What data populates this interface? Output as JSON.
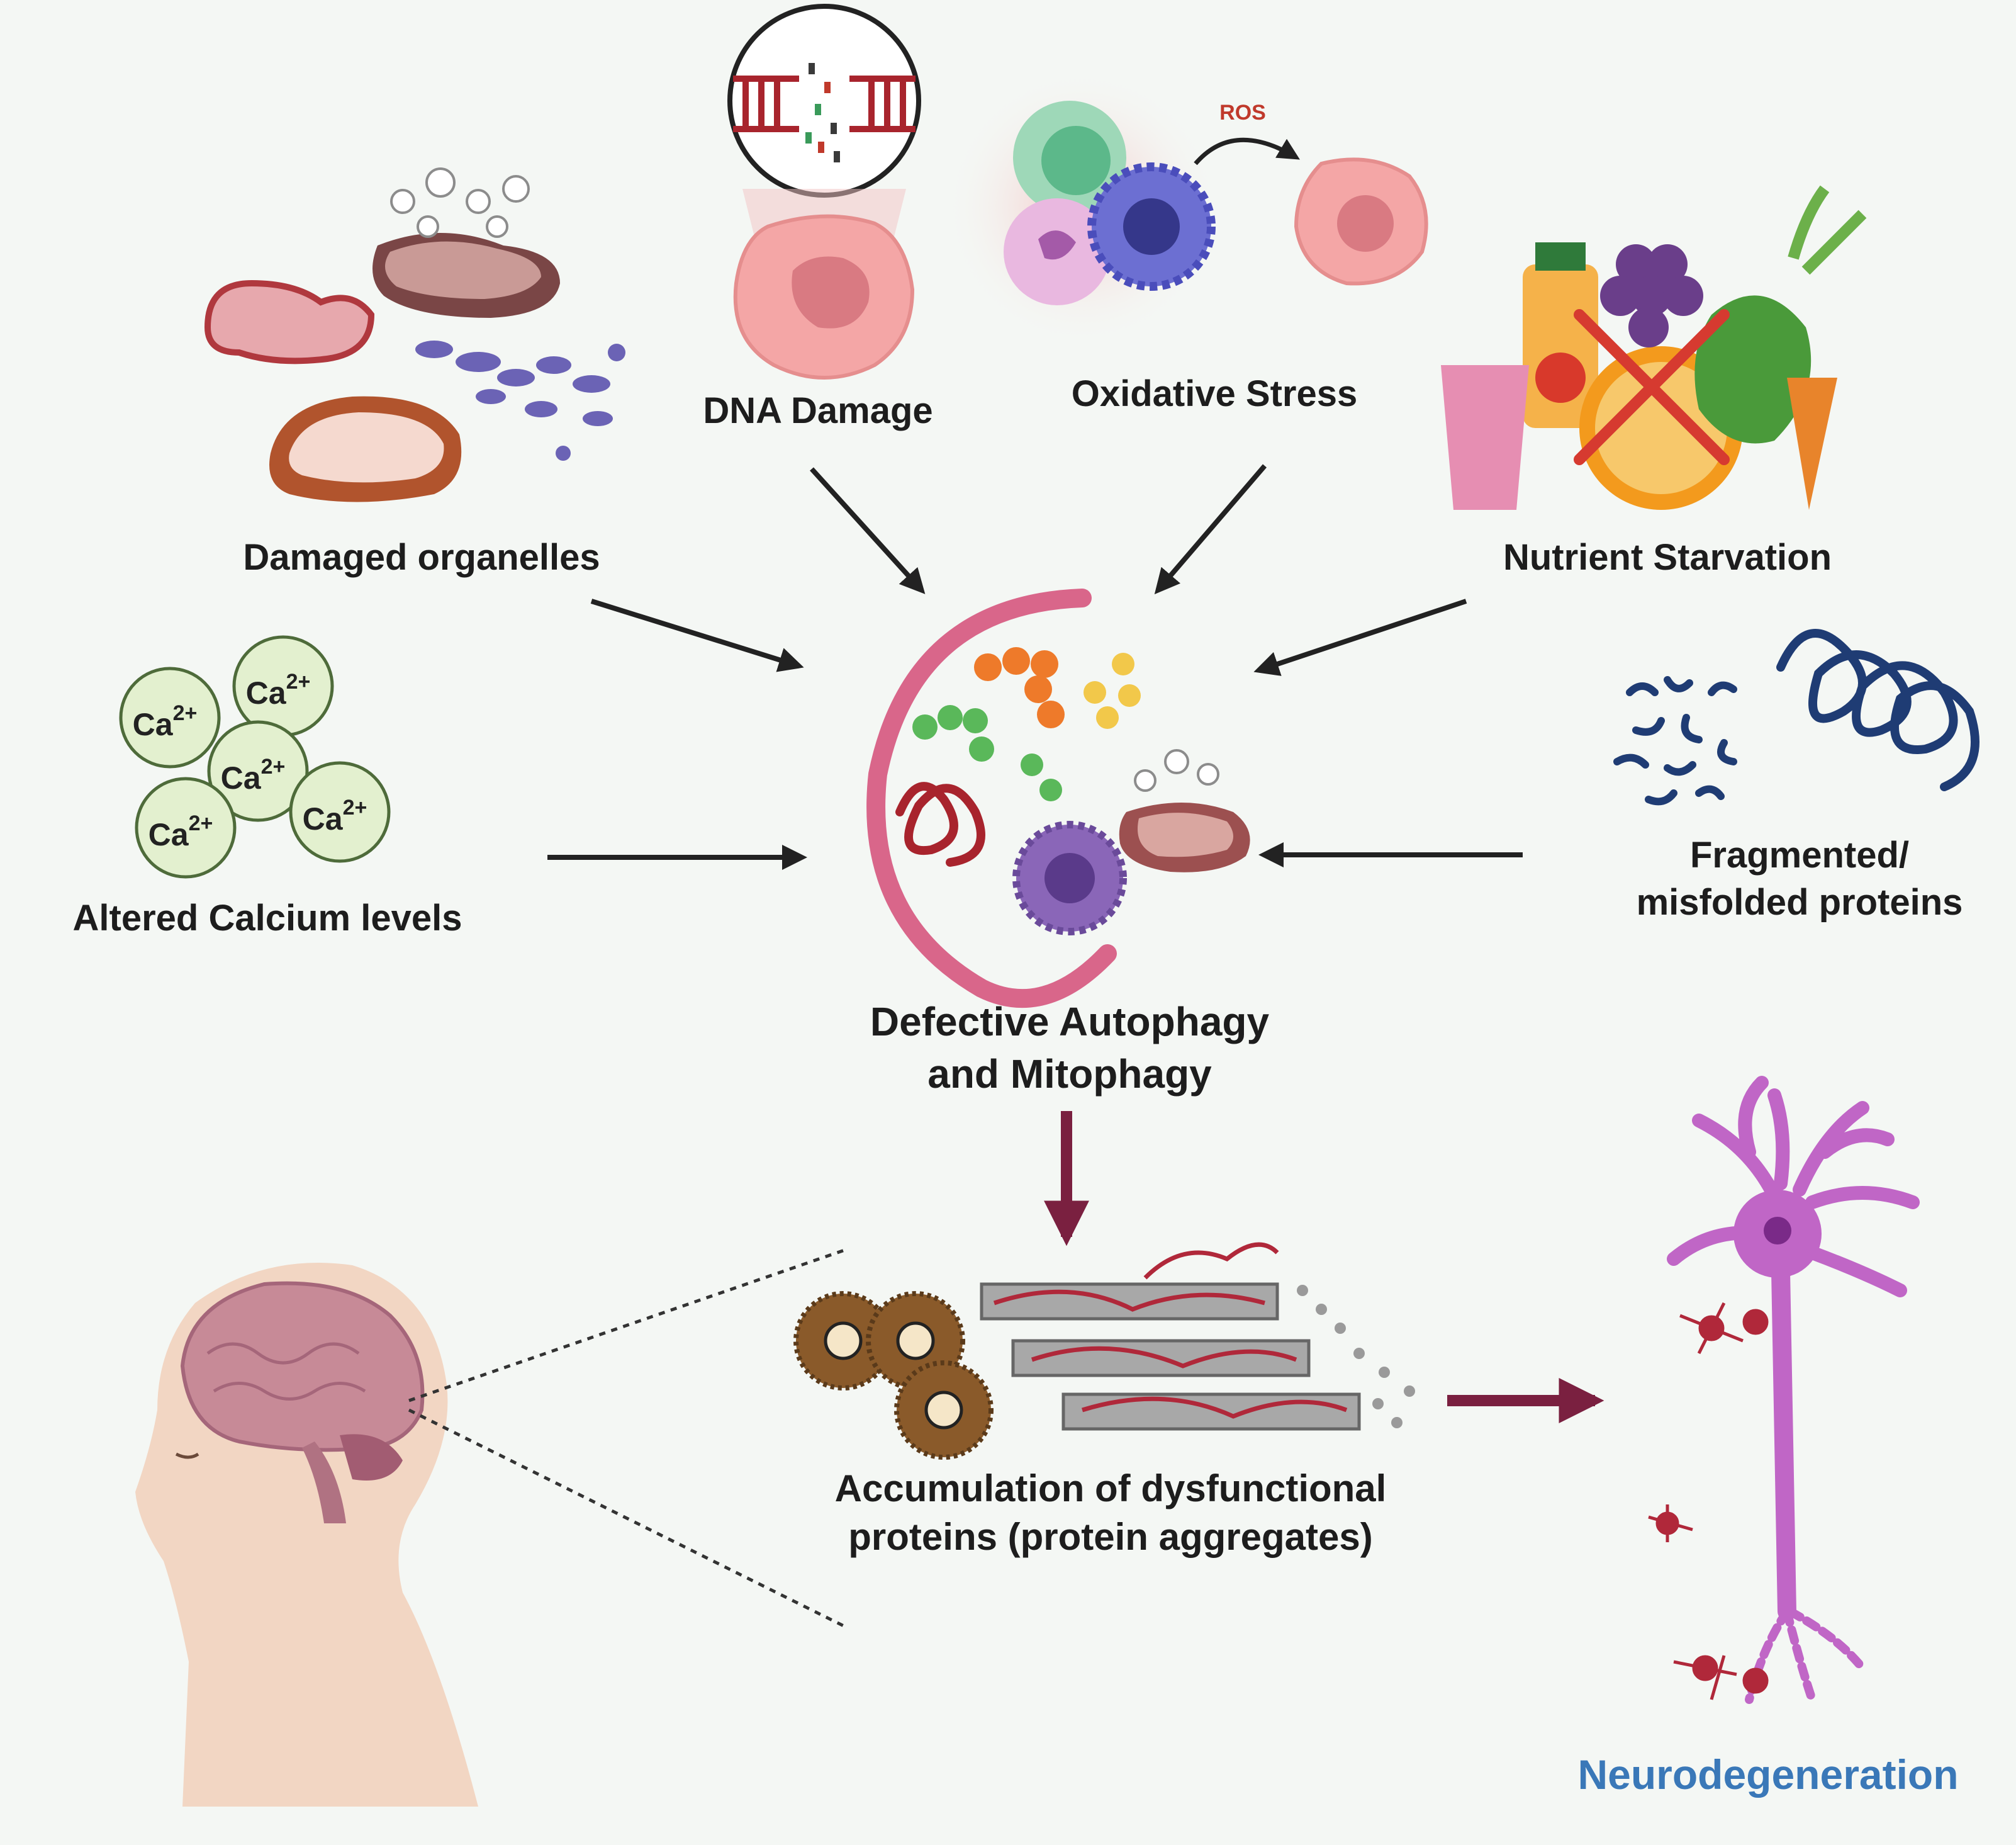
{
  "labels": {
    "dna_damage": "DNA Damage",
    "oxidative_stress": "Oxidative Stress",
    "ros": "ROS",
    "damaged_organelles": "Damaged organelles",
    "nutrient_starvation": "Nutrient Starvation",
    "altered_calcium": "Altered Calcium levels",
    "fragmented_line1": "Fragmented/",
    "fragmented_line2": "misfolded proteins",
    "defective_line1": "Defective Autophagy",
    "defective_line2": "and Mitophagy",
    "accumulation_line1": "Accumulation of dysfunctional",
    "accumulation_line2": "proteins (protein aggregates)",
    "neurodegeneration": "Neurodegeneration"
  },
  "calcium_ions": [
    {
      "base": "Ca",
      "charge": "2+"
    },
    {
      "base": "Ca",
      "charge": "2+"
    },
    {
      "base": "Ca",
      "charge": "2+"
    },
    {
      "base": "Ca",
      "charge": "2+"
    },
    {
      "base": "Ca",
      "charge": "2+"
    }
  ],
  "colors": {
    "background": "#f4f7f4",
    "arrow_dark": "#222222",
    "arrow_maroon": "#7a2040",
    "neurodegeneration_text": "#3a78b8",
    "ros_text": "#c0392b",
    "calcium_fill": "#e3f0cf",
    "calcium_stroke": "#4e6b3a",
    "phagophore": "#d9668a",
    "neuron": "#c066c6",
    "skin": "#f2d6c3",
    "brain": "#c78a97"
  }
}
